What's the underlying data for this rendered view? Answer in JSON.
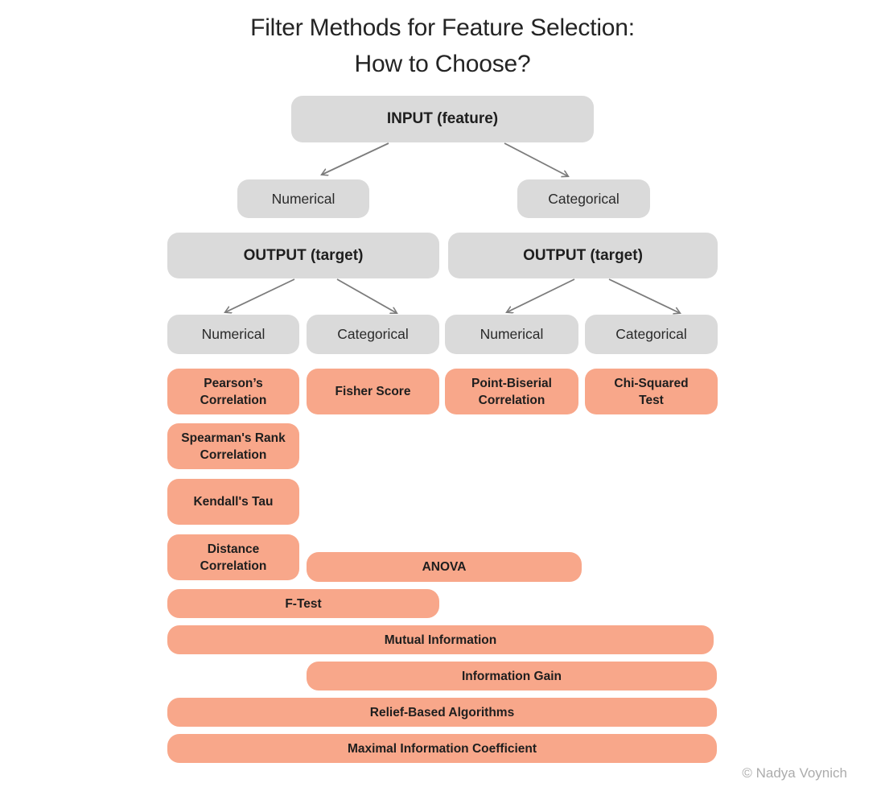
{
  "title": {
    "line1": "Filter Methods for Feature Selection:",
    "line2": "How to Choose?"
  },
  "nodes": {
    "input": "INPUT (feature)",
    "feature_numerical": "Numerical",
    "feature_categorical": "Categorical",
    "output_left": "OUTPUT (target)",
    "output_right": "OUTPUT (target)",
    "target_numerical_1": "Numerical",
    "target_categorical_1": "Categorical",
    "target_numerical_2": "Numerical",
    "target_categorical_2": "Categorical"
  },
  "methods": {
    "pearson": "Pearson’s Correlation",
    "fisher": "Fisher Score",
    "point_biserial": "Point-Biserial Correlation",
    "chi_squared": "Chi-Squared Test",
    "spearman": "Spearman's Rank Correlation",
    "kendall": "Kendall's Tau",
    "distance": "Distance Correlation",
    "anova": "ANOVA",
    "f_test": "F-Test",
    "mutual_information": "Mutual Information",
    "information_gain": "Information Gain",
    "relief": "Relief-Based Algorithms",
    "mic": "Maximal Information Coefficient"
  },
  "credit": "© Nadya Voynich",
  "colors": {
    "node_gray": "#DADADA",
    "method_orange": "#F8A78A",
    "arrow_gray": "#7C7C7C",
    "text_dark": "#1E1E1E",
    "title_color": "#242424",
    "credit_gray": "#ACACAC",
    "bg": "#FFFFFF"
  }
}
